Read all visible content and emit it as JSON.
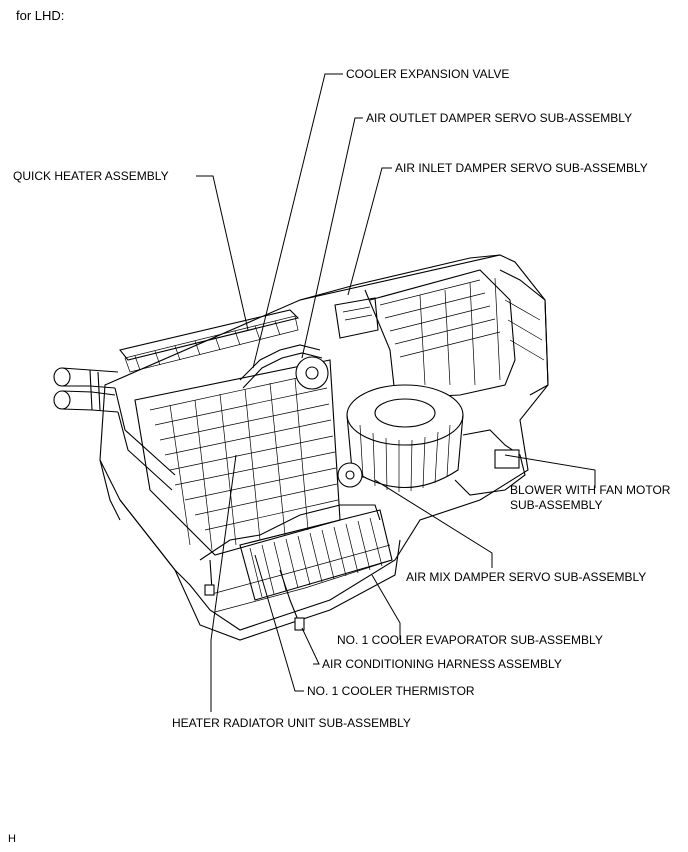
{
  "caption": "for LHD:",
  "corner_mark": "H",
  "labels": {
    "cooler_expansion_valve": "COOLER EXPANSION VALVE",
    "air_outlet_damper_servo": "AIR OUTLET DAMPER SERVO SUB-ASSEMBLY",
    "air_inlet_damper_servo": "AIR INLET DAMPER SERVO SUB-ASSEMBLY",
    "quick_heater_assembly": "QUICK HEATER ASSEMBLY",
    "blower_line1": "BLOWER WITH FAN MOTOR",
    "blower_line2": "SUB-ASSEMBLY",
    "air_mix_damper_servo": "AIR MIX DAMPER SERVO SUB-ASSEMBLY",
    "no1_cooler_evaporator": "NO. 1 COOLER EVAPORATOR SUB-ASSEMBLY",
    "air_conditioning_harness": "AIR CONDITIONING HARNESS ASSEMBLY",
    "no1_cooler_thermistor": "NO. 1 COOLER THERMISTOR",
    "heater_radiator_unit": "HEATER RADIATOR UNIT SUB-ASSEMBLY"
  }
}
